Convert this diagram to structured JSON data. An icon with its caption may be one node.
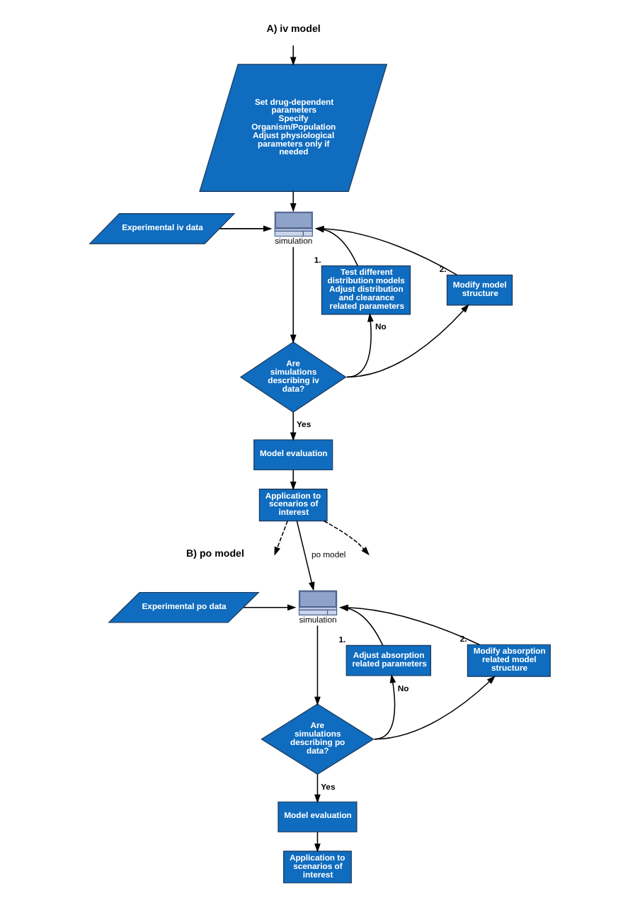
{
  "diagram": {
    "nodes": [
      {
        "text": [
          "A) iv model"
        ]
      },
      {
        "text": [
          "Set drug-dependent parameters",
          "Specify Organism/Population",
          "Adjust physiological parameters only if needed"
        ]
      },
      {
        "text": [
          "Experimental iv data"
        ]
      },
      {
        "text": [],
        "shape": "picture",
        "beside": [
          "simulation"
        ]
      },
      {
        "text": [
          "Test different distribution models",
          "Adjust distribution and clearance related parameters"
        ],
        "beside": [
          "1."
        ]
      },
      {
        "text": [
          "Modify model structure"
        ],
        "beside": [
          "2."
        ]
      },
      {
        "text": [
          "Are simulations describing iv data?"
        ]
      },
      {
        "text": [
          "Model evaluation"
        ]
      },
      {
        "text": [
          "Application to scenarios of interest"
        ]
      },
      {
        "text": [
          "Experimental po data"
        ]
      },
      {
        "text": [],
        "shape": "picture",
        "beside": [
          "simulation"
        ]
      },
      {
        "text": [
          "Adjust absorption related parameters"
        ],
        "beside": [
          "1."
        ]
      },
      {
        "text": [
          "Modify absorption related model structure"
        ],
        "beside": [
          "2."
        ]
      },
      {
        "text": [
          "Are simulations describing po data?"
        ]
      },
      {
        "text": [
          "Model evaluation"
        ]
      },
      {
        "text": [
          "Application to scenarios of interest"
        ]
      }
    ],
    "edges": [
      {
        "from": 0,
        "to": 1,
        "arrow": "to"
      },
      {
        "from": 1,
        "to": 3,
        "arrow": "to"
      },
      {
        "from": 2,
        "to": 3,
        "arrow": "to"
      },
      {
        "from": 3,
        "to": 6,
        "arrow": "to"
      },
      {
        "from": 6,
        "to": 4,
        "arrow": "to",
        "label": "No"
      },
      {
        "from": 6,
        "to": 5,
        "arrow": "to"
      },
      {
        "from": 4,
        "to": 3,
        "arrow": "to"
      },
      {
        "from": 5,
        "to": 3,
        "arrow": "to"
      },
      {
        "from": 6,
        "to": 7,
        "arrow": "to",
        "label": "Yes"
      },
      {
        "from": 7,
        "to": 8,
        "arrow": "to"
      },
      {
        "from": 8,
        "to": null,
        "arrow": "to",
        "style": "dashed"
      },
      {
        "from": 8,
        "to": 10,
        "arrow": "to",
        "label": "po model"
      },
      {
        "from": 8,
        "to": null,
        "arrow": "to",
        "style": "dashed"
      },
      {
        "from": 9,
        "to": 10,
        "arrow": "to"
      },
      {
        "from": 10,
        "to": 13,
        "arrow": "to"
      },
      {
        "from": 13,
        "to": 11,
        "arrow": "to",
        "label": "No"
      },
      {
        "from": 13,
        "to": 12,
        "arrow": "to"
      },
      {
        "from": 11,
        "to": 10,
        "arrow": "to"
      },
      {
        "from": 12,
        "to": 10,
        "arrow": "to"
      },
      {
        "from": 13,
        "to": 14,
        "arrow": "to",
        "label": "Yes"
      },
      {
        "from": 14,
        "to": 15,
        "arrow": "to"
      }
    ],
    "labels": [
      "B) po model"
    ]
  }
}
